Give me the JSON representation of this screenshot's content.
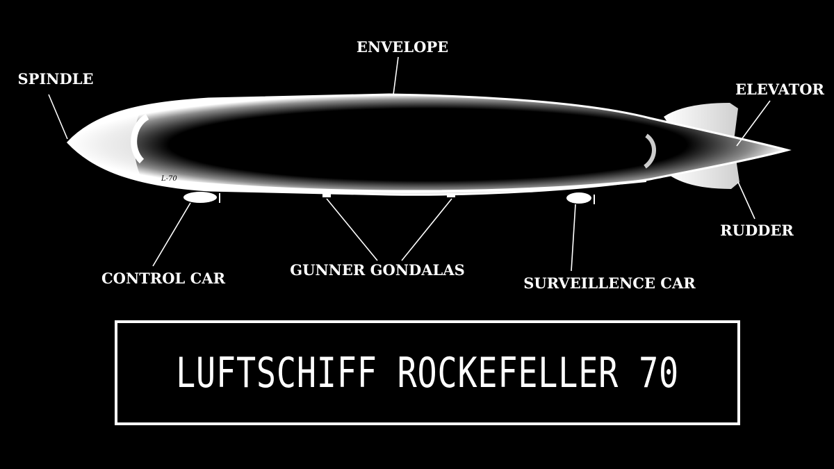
{
  "labels": {
    "envelope": "ENVELOPE",
    "spindle": "SPINDLE",
    "elevator": "ELEVATOR",
    "rudder": "RUDDER",
    "control_car": "CONTROL CAR",
    "gunner_gondolas": "GUNNER GONDALAS",
    "surveillance_car": "SURVEILLENCE CAR"
  },
  "hull_marking": "L-70",
  "title": "LUFTSCHIFF ROCKEFELLER 70",
  "colors": {
    "background": "#000000",
    "foreground": "#ffffff"
  }
}
